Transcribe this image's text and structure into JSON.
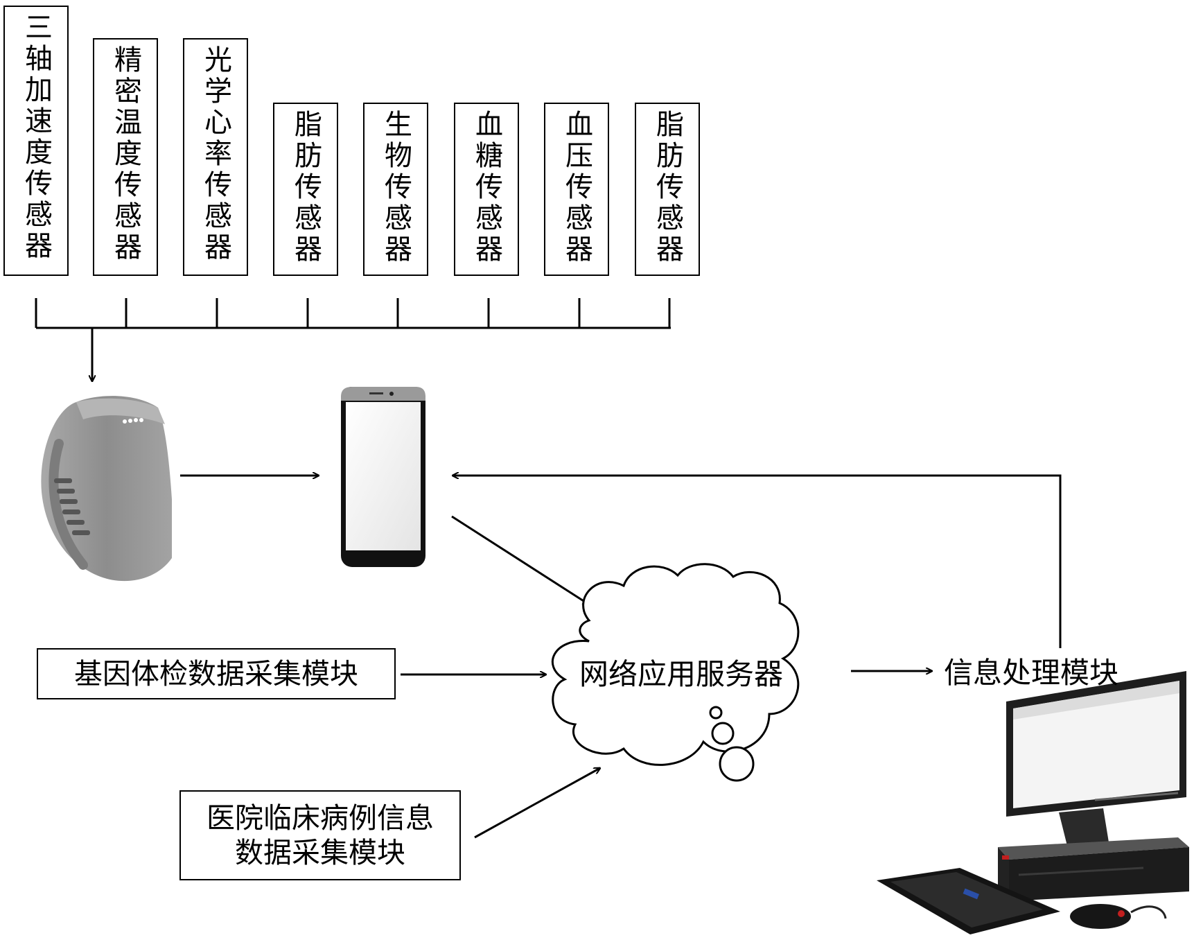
{
  "sensors": [
    {
      "label": "三轴加速度传感器"
    },
    {
      "label": "精密温度传感器"
    },
    {
      "label": "光学心率传感器"
    },
    {
      "label": "脂肪传感器"
    },
    {
      "label": "生物传感器"
    },
    {
      "label": "血糖传感器"
    },
    {
      "label": "血压传感器"
    },
    {
      "label": "脂肪传感器"
    }
  ],
  "gene_module": {
    "label": "基因体检数据采集模块"
  },
  "hospital_module": {
    "line1": "医院临床病例信息",
    "line2": "数据采集模块"
  },
  "server": {
    "label": "网络应用服务器"
  },
  "info_module": {
    "label": "信息处理模块"
  },
  "devices": {
    "band": "wristband-icon",
    "phone": "smartphone-icon",
    "computer": "desktop-computer-icon"
  }
}
